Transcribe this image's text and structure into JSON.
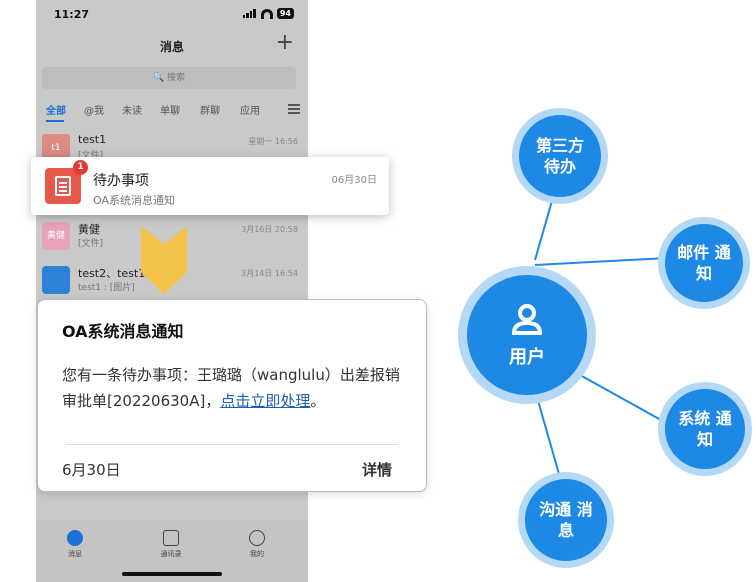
{
  "phone": {
    "time": "11:27",
    "battery": "94",
    "title": "消息",
    "plus": "+",
    "search_placeholder": "🔍 搜索",
    "tabs": [
      "全部",
      "@我",
      "未读",
      "单聊",
      "群聊",
      "应用"
    ],
    "chats": [
      {
        "name": "test1",
        "sub": "[文件]",
        "time": "星期一 16:56",
        "avatar": "t1",
        "color": "#d98b84"
      },
      {
        "name": "黄健",
        "sub": "[文件]",
        "time": "3月16日 20:58",
        "avatar": "黄健",
        "color": "#e8a1b6"
      },
      {
        "name": "test2、test1、",
        "sub": "test1 : [图片]",
        "time": "3月14日 16:54",
        "avatar": "",
        "color": "#2f80d8"
      }
    ],
    "bottom_nav": [
      "消息",
      "通讯录",
      "我的"
    ]
  },
  "notification": {
    "badge": "1",
    "title": "待办事项",
    "subtitle": "OA系统消息通知",
    "date": "06月30日"
  },
  "card": {
    "title": "OA系统消息通知",
    "body_text": "您有一条待办事项：王璐璐（wanglulu）出差报销审批单[20220630A]，",
    "link": "点击立即处理",
    "body_end": "。",
    "date": "6月30日",
    "detail": "详情"
  },
  "diagram": {
    "center": "用户",
    "nodes": [
      "第三方 待办",
      "邮件 通知",
      "系统 通知",
      "沟通 消息"
    ]
  },
  "colors": {
    "node_blue": "#1e88e5",
    "node_ring": "#b3d9f7",
    "arrow": "#f5c24a",
    "link": "#1a5fb4",
    "notif_icon": "#e45a4a"
  }
}
